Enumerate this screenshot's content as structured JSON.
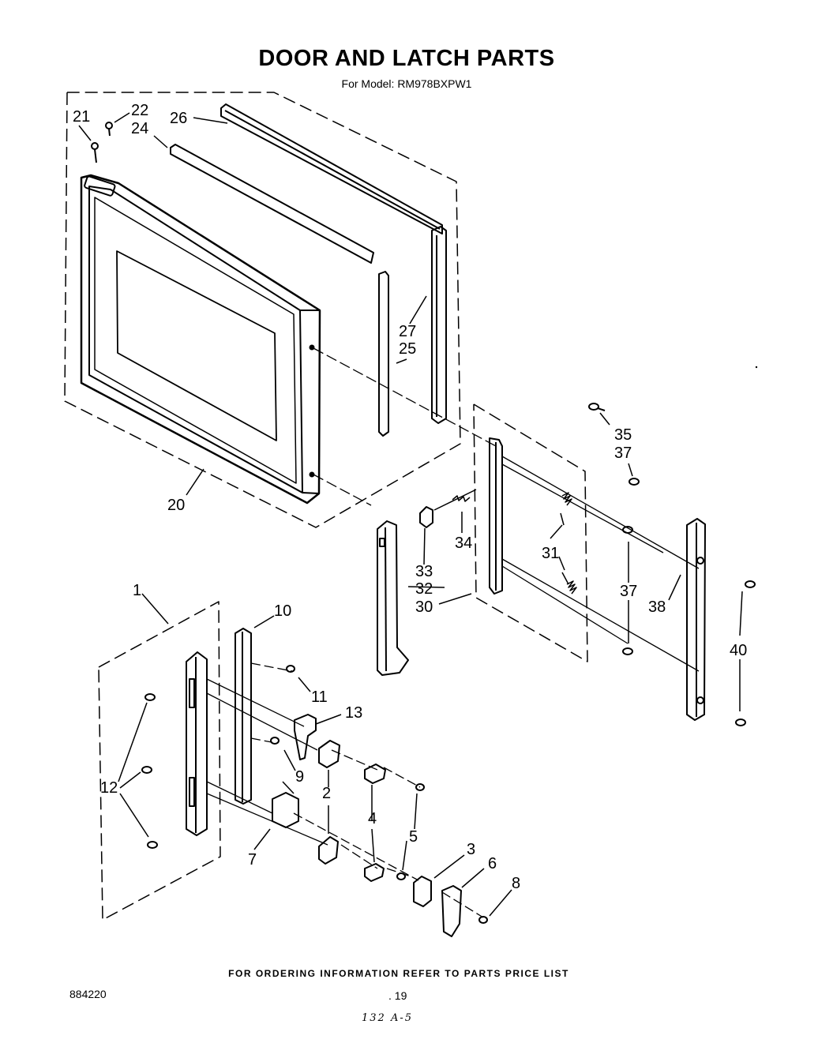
{
  "title": "DOOR AND LATCH PARTS",
  "subtitle": "For Model: RM978BXPW1",
  "footer_note": "FOR ORDERING INFORMATION REFER TO PARTS PRICE LIST",
  "document_number": "884220",
  "page_number": ". 19",
  "handwritten_note": "132 A-5",
  "part_labels": {
    "p1": "1",
    "p2": "2",
    "p3": "3",
    "p4": "4",
    "p5": "5",
    "p6": "6",
    "p7": "7",
    "p8": "8",
    "p9": "9",
    "p10": "10",
    "p11": "11",
    "p12": "12",
    "p13": "13",
    "p20": "20",
    "p21": "21",
    "p22": "22",
    "p24": "24",
    "p25": "25",
    "p26": "26",
    "p27": "27",
    "p30": "30",
    "p31": "31",
    "p32": "32",
    "p33": "33",
    "p34": "34",
    "p35": "35",
    "p37a": "37",
    "p37b": "37",
    "p38": "38",
    "p40": "40"
  }
}
